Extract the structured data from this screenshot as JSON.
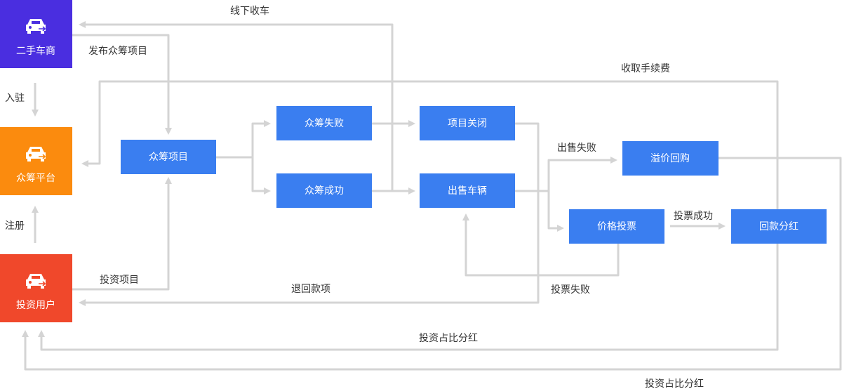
{
  "colors": {
    "actor_purple": "#4a2ee0",
    "actor_orange": "#fb8b0e",
    "actor_red": "#f0482b",
    "process_blue": "#3a7ef0",
    "connector_gray": "#d4d4d4",
    "text_dark": "#333333"
  },
  "actors": {
    "dealer": "二手车商",
    "platform": "众筹平台",
    "investor": "投资用户"
  },
  "nodes": {
    "crowdfunding_project": "众筹项目",
    "crowdfunding_failed": "众筹失败",
    "crowdfunding_success": "众筹成功",
    "project_closed": "项目关闭",
    "vehicle_sold": "出售车辆",
    "premium_buyback": "溢价回购",
    "price_vote": "价格投票",
    "payout_dividend": "回款分红"
  },
  "edges": {
    "offline_acquisition": "线下收车",
    "publish_project": "发布众筹项目",
    "collect_fee": "收取手续费",
    "settle_in": "入驻",
    "register": "注册",
    "invest_project": "投资项目",
    "refund": "退回款项",
    "sale_failed": "出售失败",
    "vote_success": "投票成功",
    "vote_failed": "投票失败",
    "dividend_by_share_1": "投资占比分红",
    "dividend_by_share_2": "投资占比分红"
  }
}
